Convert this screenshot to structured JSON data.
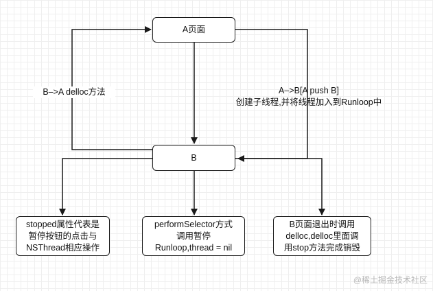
{
  "nodes": {
    "a_page": "A页面",
    "b_page": "B",
    "stopped": [
      "stopped属性代表是",
      "暂停按钮的点击与",
      "NSThread相应操作"
    ],
    "perform": [
      "performSelector方式",
      "调用暂停",
      "Runloop,thread = nil"
    ],
    "b_exit": [
      "B页面退出时调用",
      "delloc,delloc里面调",
      "用stop方法完成销毁"
    ]
  },
  "edge_labels": {
    "b_to_a": "B–>A delloc方法",
    "a_to_b": [
      "A–>B[A push B]",
      "创建子线程,并将线程加入到Runloop中"
    ]
  },
  "watermark": "@稀土掘金技术社区",
  "colors": {
    "stroke": "#1a1a1a",
    "grid": "#efefef"
  }
}
